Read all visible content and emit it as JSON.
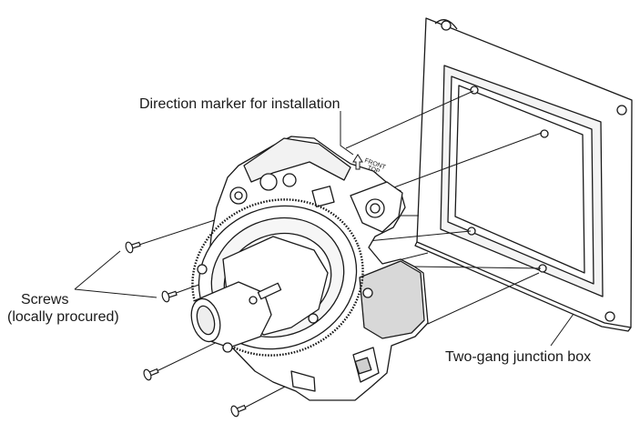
{
  "callouts": {
    "direction_marker": "Direction marker for installation",
    "screws_line1": "Screws",
    "screws_line2": "(locally procured)",
    "junction_box": "Two-gang junction box"
  },
  "camera_markings": {
    "front_top_1": "FRONT",
    "front_top_2": "TOP"
  },
  "colors": {
    "line": "#1a1a1a",
    "body_fill": "#ffffff",
    "body_shade": "#d8d8d8",
    "background": "#ffffff"
  }
}
